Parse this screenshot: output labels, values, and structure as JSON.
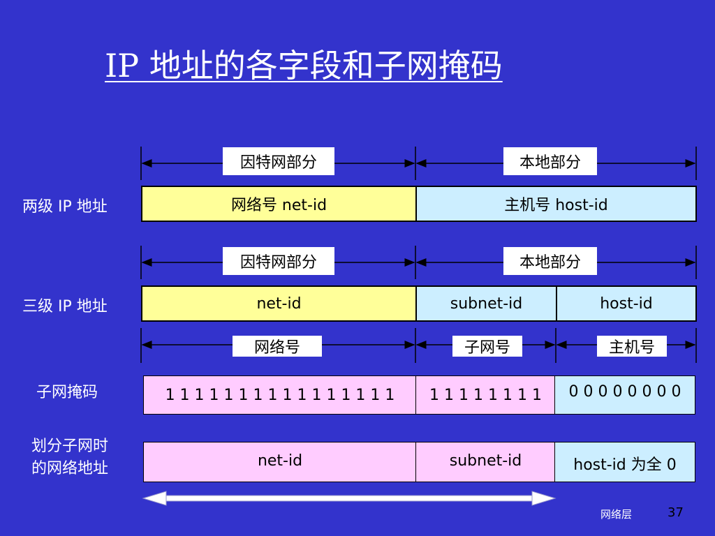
{
  "title": "IP 地址的各字段和子网掩码",
  "two_level": {
    "label": "两级 IP 地址",
    "tag_network": "因特网部分",
    "tag_local": "本地部分",
    "cell_net": "网络号 net-id",
    "cell_host": "主机号 host-id"
  },
  "three_level": {
    "label": "三级 IP 地址",
    "tag_network": "因特网部分",
    "tag_local": "本地部分",
    "cell_net": "net-id",
    "cell_subnet": "subnet-id",
    "cell_host": "host-id",
    "tag_net": "网络号",
    "tag_subnet": "子网号",
    "tag_host": "主机号"
  },
  "mask": {
    "label": "子网掩码",
    "cell_net": "1 1 1 1 1 1 1 1 1 1 1 1 1 1 1 1",
    "cell_subnet": "1 1 1 1 1 1 1 1",
    "cell_host": "0 0 0 0 0 0 0 0"
  },
  "subnet_addr": {
    "label_line1": "划分子网时",
    "label_line2": "的网络地址",
    "cell_net": "net-id",
    "cell_subnet": "subnet-id",
    "cell_host": "host-id 为全 0"
  },
  "footer": {
    "section": "网络层",
    "page": "37"
  },
  "colors": {
    "background": "#3333cc",
    "net_yellow": "#ffff99",
    "local_blue": "#cceeff",
    "mask_pink": "#ffccff"
  }
}
